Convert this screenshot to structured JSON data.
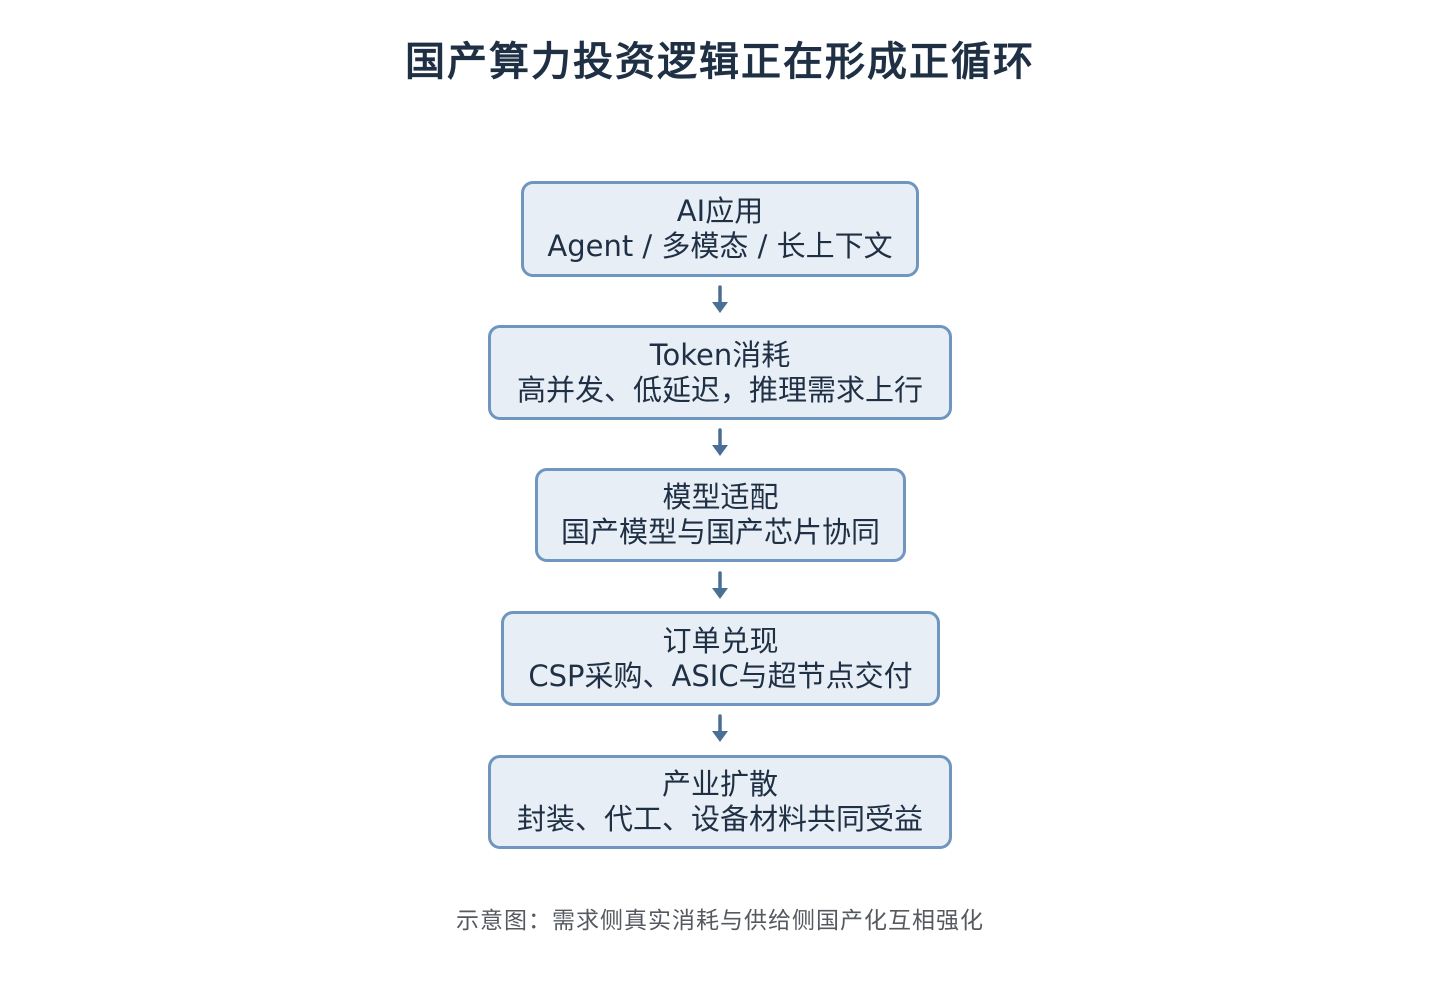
{
  "title": "国产算力投资逻辑正在形成正循环",
  "nodes": [
    {
      "title": "AI应用",
      "detail": "Agent / 多模态 / 长上下文"
    },
    {
      "title": "Token消耗",
      "detail": "高并发、低延迟，推理需求上行"
    },
    {
      "title": "模型适配",
      "detail": "国产模型与国产芯片协同"
    },
    {
      "title": "订单兑现",
      "detail": "CSP采购、ASIC与超节点交付"
    },
    {
      "title": "产业扩散",
      "detail": "封装、代工、设备材料共同受益"
    }
  ],
  "caption": "示意图：需求侧真实消耗与供给侧国产化互相强化",
  "colors": {
    "node_fill": "#e8eef6",
    "node_border": "#6f96bf",
    "arrow": "#4a6f94",
    "text": "#1f3045"
  }
}
